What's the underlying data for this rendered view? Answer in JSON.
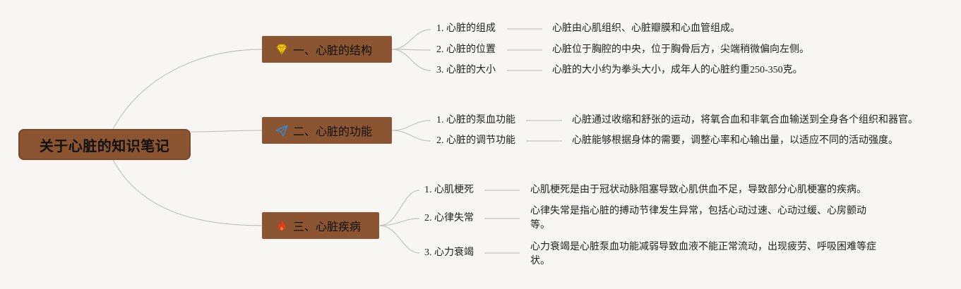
{
  "root": {
    "title": "关于心脏的知识笔记"
  },
  "branches": [
    {
      "title": "一、心脏的结构",
      "icon": "diamond-icon",
      "items": [
        {
          "label": "1. 心脏的组成",
          "detail": "心脏由心肌组织、心脏瓣膜和心血管组成。"
        },
        {
          "label": "2. 心脏的位置",
          "detail": "心脏位于胸腔的中央，位于胸骨后方，尖端稍微偏向左侧。"
        },
        {
          "label": "3. 心脏的大小",
          "detail": "心脏的大小约为拳头大小，成年人的心脏约重250-350克。"
        }
      ]
    },
    {
      "title": "二、心脏的功能",
      "icon": "paper-plane-icon",
      "items": [
        {
          "label": "1. 心脏的泵血功能",
          "detail": "心脏通过收缩和舒张的运动，将氧合血和非氧合血输送到全身各个组织和器官。"
        },
        {
          "label": "2. 心脏的调节功能",
          "detail": "心脏能够根据身体的需要，调整心率和心输出量，以适应不同的活动强度。"
        }
      ]
    },
    {
      "title": "三、心脏疾病",
      "icon": "flame-icon",
      "items": [
        {
          "label": "1. 心肌梗死",
          "detail": "心肌梗死是由于冠状动脉阻塞导致心肌供血不足，导致部分心肌梗塞的疾病。"
        },
        {
          "label": "2. 心律失常",
          "detail": "心律失常是指心脏的搏动节律发生异常，包括心动过速、心动过缓、心房颤动等。"
        },
        {
          "label": "3. 心力衰竭",
          "detail": "心力衰竭是心脏泵血功能减弱导致血液不能正常流动，出现疲劳、呼吸困难等症状。"
        }
      ]
    }
  ]
}
